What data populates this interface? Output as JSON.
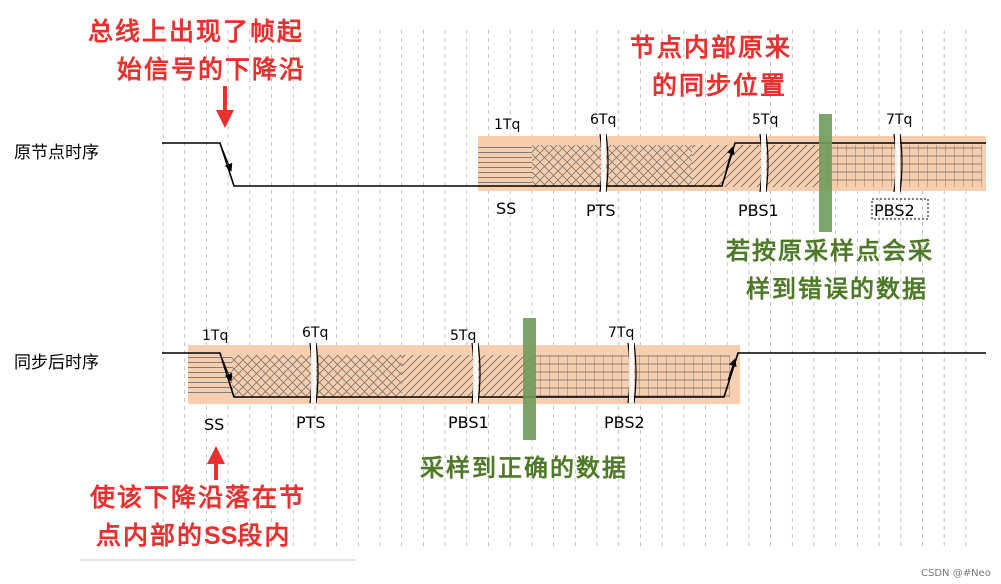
{
  "annotations": {
    "bus_start_line1": "总线上出现了帧起",
    "bus_start_line2": "始信号的下降沿",
    "orig_pos_line1": "节点内部原来",
    "orig_pos_line2": "的同步位置",
    "wrong_line1": "若按原采样点会采",
    "wrong_line2": "样到错误的数据",
    "correct": "采样到正确的数据",
    "move_line1": "使该下降沿落在节",
    "move_line2_pre": "点内部的",
    "move_line2_bold": "SS",
    "move_line2_post": "段内"
  },
  "rows": {
    "original": {
      "label": "原节点时序",
      "tq": [
        "1Tq",
        "6Tq",
        "5Tq",
        "7Tq"
      ],
      "segments": [
        "SS",
        "PTS",
        "PBS1",
        "PBS2"
      ]
    },
    "synced": {
      "label": "同步后时序",
      "tq": [
        "1Tq",
        "6Tq",
        "5Tq",
        "7Tq"
      ],
      "segments": [
        "SS",
        "PTS",
        "PBS1",
        "PBS2"
      ]
    }
  },
  "watermark": "CSDN @#Neo",
  "colors": {
    "red": "#e8312f",
    "green": "#4e7a28",
    "green_bar": "#6f9a5c",
    "band": "#f7cfae",
    "line": "#000000",
    "hatch": "#555555"
  }
}
